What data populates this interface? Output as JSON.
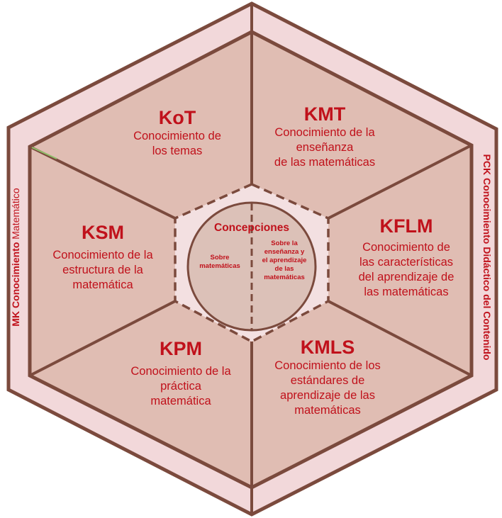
{
  "colors": {
    "outer_band": "#f2d8da",
    "panel": "#e0bdb3",
    "stroke": "#7b4a3d",
    "text": "#c0111b",
    "center_hex": "#f3e0e1",
    "circle": "#dcc1b8"
  },
  "side_labels": {
    "left": {
      "bold": "MK Conocimiento",
      "rest": " Matemático"
    },
    "right": {
      "bold": "PCK Conocimiento Didáctico del Contenido"
    }
  },
  "sectors": [
    {
      "abbr": "KoT",
      "desc": "Conocimiento de\nlos temas"
    },
    {
      "abbr": "KMT",
      "desc": "Conocimiento de la\nenseñanza\nde las matemáticas"
    },
    {
      "abbr": "KSM",
      "desc": "Conocimiento de la\nestructura de la\nmatemática"
    },
    {
      "abbr": "KFLM",
      "desc": "Conocimiento de\nlas características\ndel aprendizaje de\nlas matemáticas"
    },
    {
      "abbr": "KPM",
      "desc": "Conocimiento de la\npráctica\nmatemática"
    },
    {
      "abbr": "KMLS",
      "desc": "Conocimiento de los\nestándares de\naprendizaje de las\nmatemáticas"
    }
  ],
  "center": {
    "title": "Concepciones",
    "left": "Sobre\nmatemáticas",
    "right": "Sobre la\nenseñanza y\nel aprendizaje\nde las\nmatemáticas"
  }
}
